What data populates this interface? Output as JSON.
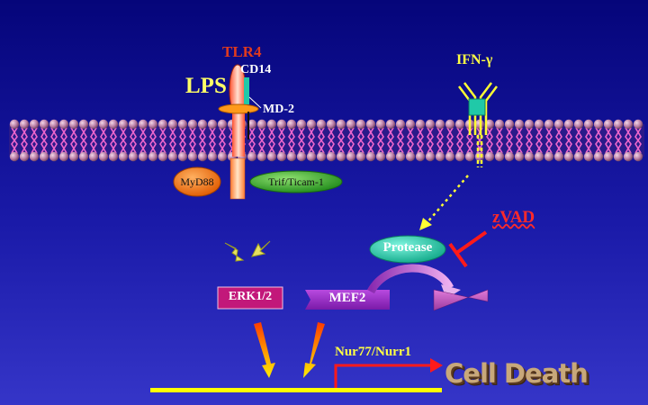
{
  "labels": {
    "tlr4": "TLR4",
    "cd14": "CD14",
    "lps": "LPS",
    "md2": "MD-2",
    "ifn_gamma": "IFN-γ",
    "myd88": "MyD88",
    "trif": "Trif/Ticam-1",
    "protease": "Protease",
    "zvad": "zVAD",
    "erk": "ERK1/2",
    "mef2": "MEF2",
    "nur77": "Nur77/Nurr1",
    "cell_death": "Cell Death"
  },
  "colors": {
    "membrane_head": "#c07aa8",
    "membrane_tail": "#ee66cc",
    "tlr4_receptor": "#ff6a50",
    "myd88": "#ff7a10",
    "trif": "#3aa62a",
    "protease": "#20c9a8",
    "erk_box": "#c2187a",
    "mef2_box": "#9b2fcf",
    "inhibition": "#ff1a1a",
    "dna_line": "#ffff00",
    "promoter": "#ff1a1a"
  }
}
